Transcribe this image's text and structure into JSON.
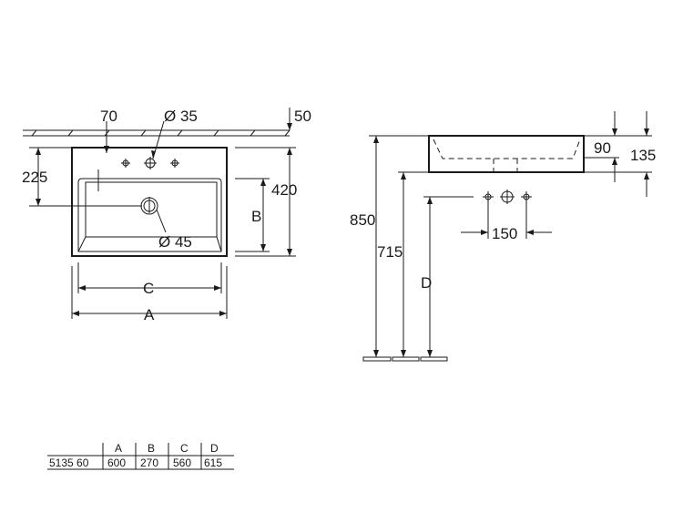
{
  "top_view": {
    "dim_70": "70",
    "dim_tap_hole": "Ø 35",
    "dim_50": "50",
    "dim_225": "225",
    "dim_420": "420",
    "dim_B": "B",
    "dim_drain": "Ø 45",
    "dim_C": "C",
    "dim_A": "A"
  },
  "side_view": {
    "dim_90": "90",
    "dim_135": "135",
    "dim_850": "850",
    "dim_715": "715",
    "dim_D": "D",
    "dim_150": "150"
  },
  "table": {
    "headers": [
      "",
      "A",
      "B",
      "C",
      "D"
    ],
    "rows": [
      [
        "5135 60",
        "600",
        "270",
        "560",
        "615"
      ]
    ]
  }
}
